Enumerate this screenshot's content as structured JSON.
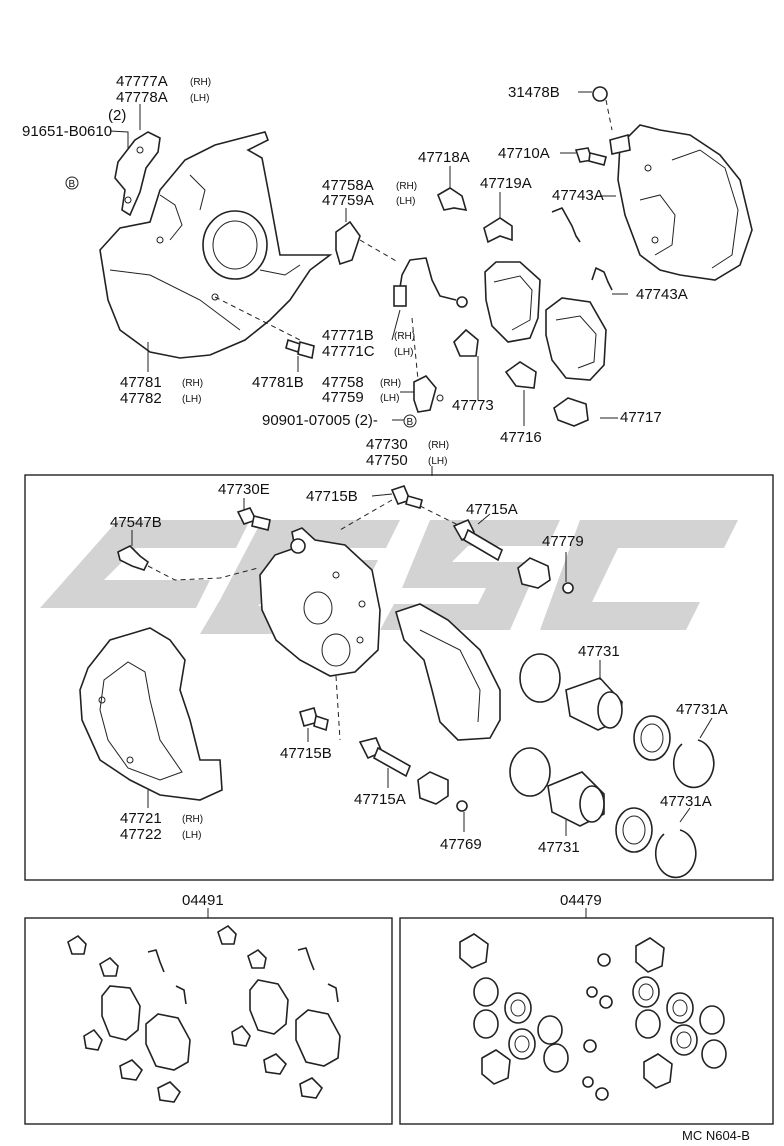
{
  "labels": {
    "p47777A": "47777A",
    "p47778A": "47778A",
    "p2_top": "(2)",
    "p91651": "91651-B0610",
    "p31478B": "31478B",
    "p47710A": "47710A",
    "p47718A": "47718A",
    "p47719A": "47719A",
    "p47743A_1": "47743A",
    "p47743A_2": "47743A",
    "p47758A": "47758A",
    "p47759A": "47759A",
    "p47771B": "47771B",
    "p47771C": "47771C",
    "p47758": "47758",
    "p47759": "47759",
    "p47773": "47773",
    "p47716": "47716",
    "p47717": "47717",
    "p47781": "47781",
    "p47782": "47782",
    "p47781B": "47781B",
    "p90901": "90901-07005 (2)-",
    "p47730": "47730",
    "p47750": "47750",
    "p47730E": "47730E",
    "p47715B_1": "47715B",
    "p47715A_1": "47715A",
    "p47547B": "47547B",
    "p47779": "47779",
    "p47731_1": "47731",
    "p47731A_1": "47731A",
    "p47715B_2": "47715B",
    "p47715A_2": "47715A",
    "p47721": "47721",
    "p47722": "47722",
    "p47769": "47769",
    "p47731_2": "47731",
    "p47731A_2": "47731A",
    "p04491": "04491",
    "p04479": "04479"
  },
  "tags": {
    "rh": "(RH)",
    "lh": "(LH)",
    "circle_b": "B"
  },
  "footer": {
    "code": "MC N604-B"
  },
  "watermark": {
    "color": "#c4c4c4"
  }
}
